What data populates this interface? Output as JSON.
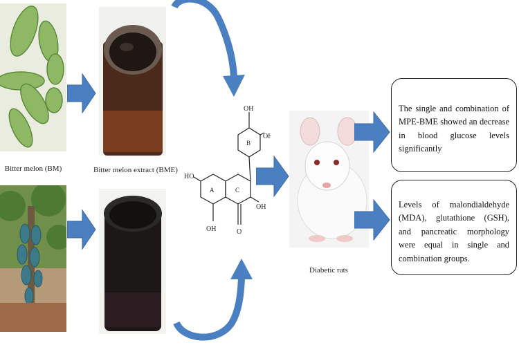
{
  "captions": {
    "bitter_melon": "Bitter melon (BM)",
    "bitter_melon_extract": "Bitter melon extract (BME)",
    "diabetic_rats": "Diabetic rats"
  },
  "structure_labels": {
    "oh_top": "OH",
    "oh_right": "OH",
    "ho_left": "HO",
    "oh_bottom": "OH",
    "oh_mid": "OH",
    "o_bottom": "O",
    "ring_a": "A",
    "ring_b": "B",
    "ring_c": "C"
  },
  "results": {
    "result1": "The single and combination of MPE-BME showed an decrease in blood glucose levels significantly",
    "result2": "Levels of malondialdehyde (MDA), glutathione (GSH), and pancreatic morphology were equal in single and combination groups."
  },
  "colors": {
    "arrow": "#4a7fc1",
    "arrow_edge": "#3a6aa8"
  }
}
